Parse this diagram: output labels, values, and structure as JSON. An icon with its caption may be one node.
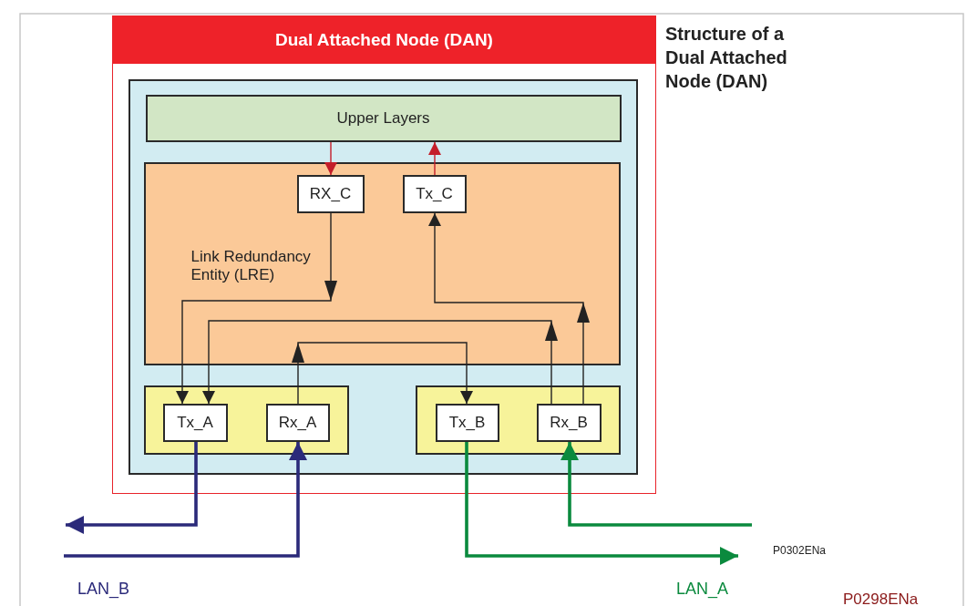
{
  "diagram": {
    "title": "Structure of a Dual Attached Node (DAN)",
    "nodes": [
      {
        "text": [
          "Dual Attached Node (DAN)"
        ]
      },
      {
        "text": [],
        "shape": "box",
        "in": 0
      },
      {
        "text": [
          "Upper Layers"
        ],
        "in": 1
      },
      {
        "text": [
          "Link Redundancy Entity (LRE)"
        ],
        "in": 1
      },
      {
        "text": [
          "RX_C"
        ],
        "in": 3
      },
      {
        "text": [
          "Tx_C"
        ],
        "in": 3
      },
      {
        "text": [],
        "shape": "box",
        "in": 1
      },
      {
        "text": [
          "Tx_A"
        ],
        "in": 6
      },
      {
        "text": [
          "Rx_A"
        ],
        "in": 6
      },
      {
        "text": [],
        "shape": "box",
        "in": 1
      },
      {
        "text": [
          "Tx_B"
        ],
        "in": 9
      },
      {
        "text": [
          "Rx_B"
        ],
        "in": 9
      }
    ],
    "edges": [
      {
        "from": 2,
        "to": 4,
        "arrow": "to",
        "color": "#c41e2a"
      },
      {
        "from": 5,
        "to": 2,
        "arrow": "to",
        "color": "#c41e2a"
      },
      {
        "from": 4,
        "to": 7,
        "arrow": "to"
      },
      {
        "from": 11,
        "to": 7,
        "arrow": "to"
      },
      {
        "from": 8,
        "to": 10,
        "arrow": "to"
      },
      {
        "from": 11,
        "to": 5,
        "arrow": "to"
      },
      {
        "from": 7,
        "to": null,
        "arrow": "to",
        "style": "thick",
        "color": "#2b2a7a"
      },
      {
        "from": null,
        "to": 8,
        "arrow": "to",
        "style": "thick",
        "color": "#2b2a7a"
      },
      {
        "from": 10,
        "to": null,
        "arrow": "to",
        "style": "thick",
        "color": "#0b8a3e"
      },
      {
        "from": null,
        "to": 11,
        "arrow": "to",
        "style": "thick",
        "color": "#0b8a3e"
      }
    ],
    "labels": [
      "P0302ENa",
      "LAN_B",
      "LAN_A",
      "P0298ENa"
    ]
  }
}
